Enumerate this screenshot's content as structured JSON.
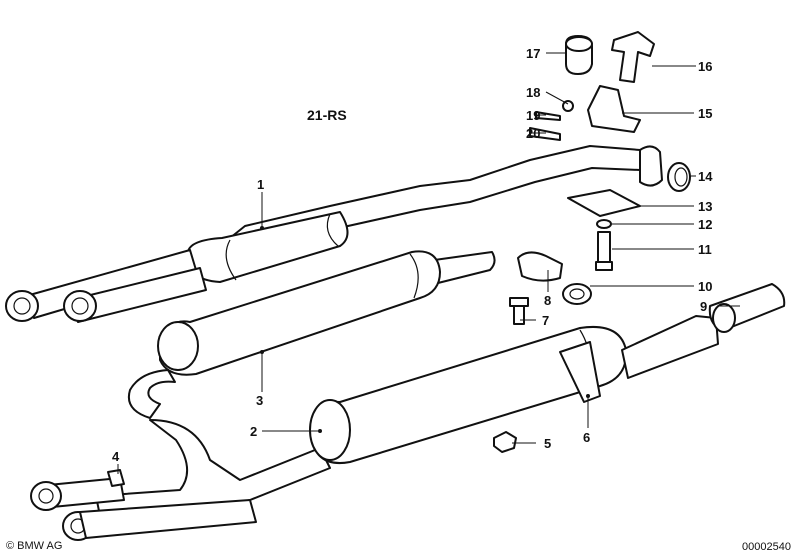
{
  "diagram": {
    "group_label": "21-RS",
    "callouts": [
      "1",
      "2",
      "3",
      "4",
      "5",
      "6",
      "7",
      "8",
      "9",
      "10",
      "11",
      "12",
      "13",
      "14",
      "15",
      "16",
      "17",
      "18",
      "19",
      "20"
    ],
    "copyright": "© BMW AG",
    "doc_number": "00002540"
  }
}
